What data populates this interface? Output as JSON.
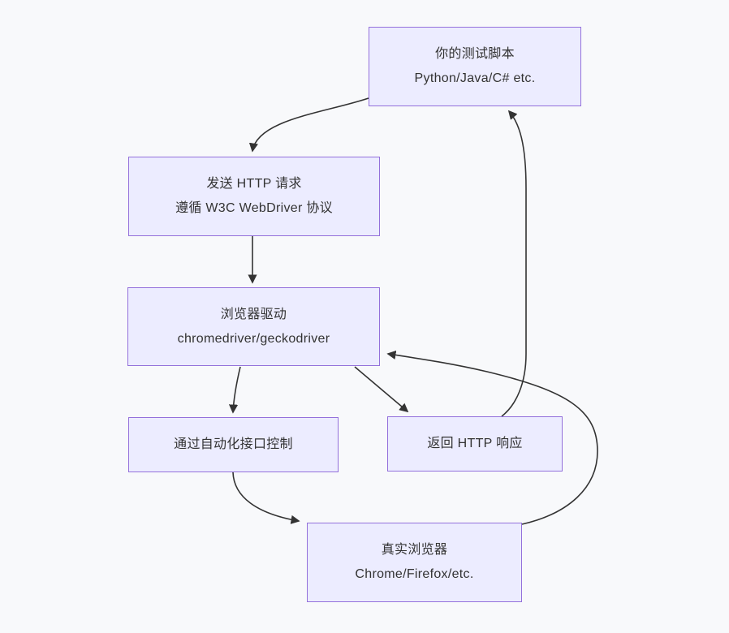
{
  "diagram": {
    "type": "flowchart",
    "nodes": {
      "test_script": {
        "line1": "你的测试脚本",
        "line2": "Python/Java/C# etc."
      },
      "http_request": {
        "line1": "发送 HTTP 请求",
        "line2": "遵循 W3C WebDriver 协议"
      },
      "browser_driver": {
        "line1": "浏览器驱动",
        "line2": "chromedriver/geckodriver"
      },
      "automation_control": {
        "line1": "通过自动化接口控制"
      },
      "http_response": {
        "line1": "返回 HTTP 响应"
      },
      "real_browser": {
        "line1": "真实浏览器",
        "line2": "Chrome/Firefox/etc."
      }
    },
    "edges": [
      {
        "from": "test_script",
        "to": "http_request"
      },
      {
        "from": "http_request",
        "to": "browser_driver"
      },
      {
        "from": "browser_driver",
        "to": "automation_control"
      },
      {
        "from": "browser_driver",
        "to": "http_response"
      },
      {
        "from": "http_response",
        "to": "test_script"
      },
      {
        "from": "automation_control",
        "to": "real_browser"
      },
      {
        "from": "real_browser",
        "to": "browser_driver"
      }
    ],
    "colors": {
      "background": "#F8F9FB",
      "node_fill": "#ECECFF",
      "node_border": "#9370DB",
      "edge": "#333333",
      "text": "#333333"
    }
  }
}
